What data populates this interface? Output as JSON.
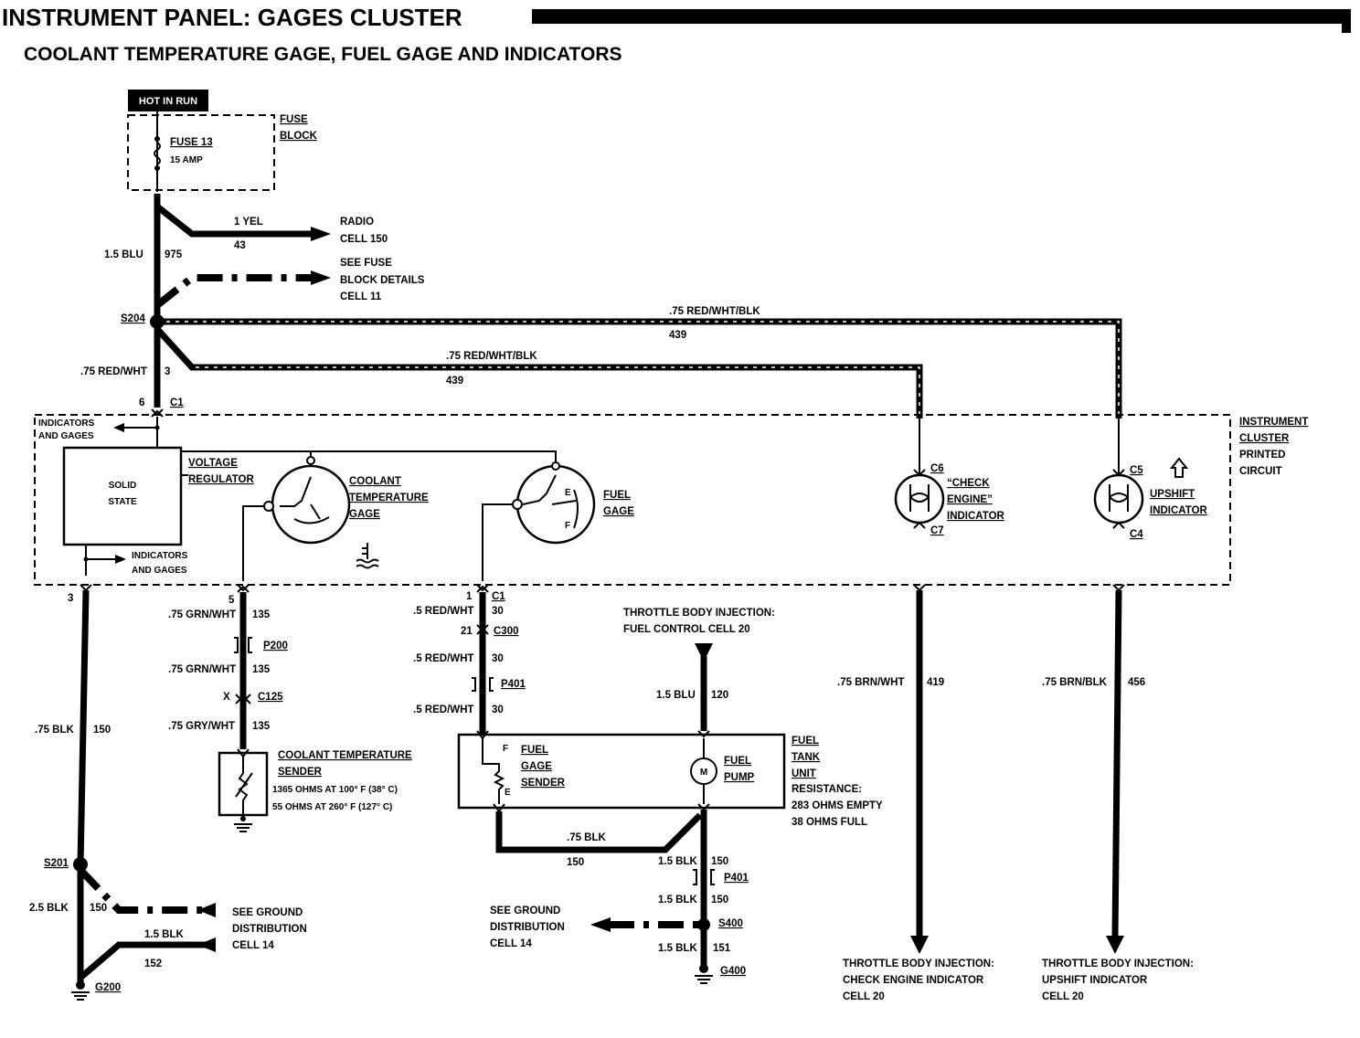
{
  "header": {
    "title": "INSTRUMENT PANEL: GAGES CLUSTER",
    "subtitle": "COOLANT TEMPERATURE GAGE, FUEL GAGE AND INDICATORS"
  },
  "power": {
    "hot_label": "HOT IN RUN"
  },
  "fuse_block": {
    "label_line1": "FUSE",
    "label_line2": "BLOCK",
    "fuse_name": "FUSE 13",
    "fuse_rating": "15 AMP"
  },
  "wires": {
    "radio_gauge": "1 YEL",
    "radio_circuit": "43",
    "radio_dest_line1": "RADIO",
    "radio_dest_line2": "CELL 150",
    "feed_gauge": "1.5 BLU",
    "feed_circuit": "975",
    "fuse_ref_line1": "SEE FUSE",
    "fuse_ref_line2": "BLOCK DETAILS",
    "fuse_ref_line3": "CELL 11",
    "splice_s204": "S204",
    "upper_wire_gauge": ".75 RED/WHT/BLK",
    "upper_wire_circuit": "439",
    "lower_wire_gauge": ".75 RED/WHT/BLK",
    "lower_wire_circuit": "439",
    "cluster_feed_gauge": ".75 RED/WHT",
    "cluster_feed_circuit": "3",
    "c1_pin6": "6",
    "c1_label": "C1",
    "ground_pin": "3",
    "ground_gauge": ".75 BLK",
    "ground_circuit": "150",
    "coolant_pin": "5",
    "coolant_gauge1": ".75 GRN/WHT",
    "coolant_circuit1": "135",
    "p200": "P200",
    "coolant_gauge2": ".75 GRN/WHT",
    "coolant_circuit2": "135",
    "x_pin": "X",
    "c125": "C125",
    "coolant_gauge3": ".75 GRY/WHT",
    "coolant_circuit3": "135",
    "fuel_pin": "1",
    "fuel_c1": "C1",
    "fuel_gauge1": ".5 RED/WHT",
    "fuel_circuit1": "30",
    "pin21": "21",
    "c300": "C300",
    "fuel_gauge2": ".5 RED/WHT",
    "fuel_circuit2": "30",
    "p401": "P401",
    "fuel_gauge3": ".5 RED/WHT",
    "fuel_circuit3": "30",
    "tbi_line1": "THROTTLE BODY INJECTION:",
    "tbi_line2": "FUEL CONTROL CELL 20",
    "pump_gauge": "1.5 BLU",
    "pump_circuit": "120",
    "check_gauge": ".75 BRN/WHT",
    "check_circuit": "419",
    "upshift_gauge": ".75 BRN/BLK",
    "upshift_circuit": "456",
    "sender_gnd_gauge": ".75 BLK",
    "sender_gnd_circuit": "150",
    "pump_gnd_gauge": "1.5 BLK",
    "pump_gnd_circuit": "150",
    "p401b": "P401",
    "pump_gnd_gauge2": "1.5 BLK",
    "pump_gnd_circuit2": "150",
    "s400": "S400",
    "g400_gauge": "1.5 BLK",
    "g400_circuit": "151",
    "g400": "G400",
    "s201": "S201",
    "s201_gauge": "2.5 BLK",
    "s201_circuit": "150",
    "g200_gauge": "1.5 BLK",
    "g200_circuit": "152",
    "g200": "G200",
    "gnd_ref_line1": "SEE GROUND",
    "gnd_ref_line2": "DISTRIBUTION",
    "gnd_ref_line3": "CELL 14",
    "gnd_ref2_line1": "SEE GROUND",
    "gnd_ref2_line2": "DISTRIBUTION",
    "gnd_ref2_line3": "CELL 14"
  },
  "cluster": {
    "label_line1": "INSTRUMENT",
    "label_line2": "CLUSTER",
    "label_line3": "PRINTED",
    "label_line4": "CIRCUIT",
    "ind_top_line1": "INDICATORS",
    "ind_top_line2": "AND GAGES",
    "ind_bot_line1": "INDICATORS",
    "ind_bot_line2": "AND GAGES",
    "solid_line1": "SOLID",
    "solid_line2": "STATE",
    "vreg_line1": "VOLTAGE",
    "vreg_line2": "REGULATOR",
    "coolant_line1": "COOLANT",
    "coolant_line2": "TEMPERATURE",
    "coolant_line3": "GAGE",
    "fuel_line1": "FUEL",
    "fuel_line2": "GAGE",
    "fuel_e": "E",
    "fuel_f": "F",
    "check_c6": "C6",
    "check_c7": "C7",
    "check_line1": "“CHECK",
    "check_line2": "ENGINE”",
    "check_line3": "INDICATOR",
    "upshift_c5": "C5",
    "upshift_c4": "C4",
    "upshift_line1": "UPSHIFT",
    "upshift_line2": "INDICATOR"
  },
  "coolant_sender": {
    "line1": "COOLANT TEMPERATURE",
    "line2": "SENDER",
    "spec1": "1365 OHMS AT 100° F (38° C)",
    "spec2": "55 OHMS AT 260° F (127° C)"
  },
  "fuel_tank": {
    "sender_line1": "FUEL",
    "sender_line2": "GAGE",
    "sender_line3": "SENDER",
    "sender_f": "F",
    "sender_e": "E",
    "pump_line1": "FUEL",
    "pump_line2": "PUMP",
    "pump_m": "M",
    "unit_line1": "FUEL",
    "unit_line2": "TANK",
    "unit_line3": "UNIT",
    "res_line1": "RESISTANCE:",
    "res_line2": "283 OHMS EMPTY",
    "res_line3": "38 OHMS FULL"
  },
  "destinations": {
    "check_line1": "THROTTLE BODY INJECTION:",
    "check_line2": "CHECK ENGINE INDICATOR",
    "check_line3": "CELL 20",
    "upshift_line1": "THROTTLE BODY INJECTION:",
    "upshift_line2": "UPSHIFT INDICATOR",
    "upshift_line3": "CELL 20"
  }
}
